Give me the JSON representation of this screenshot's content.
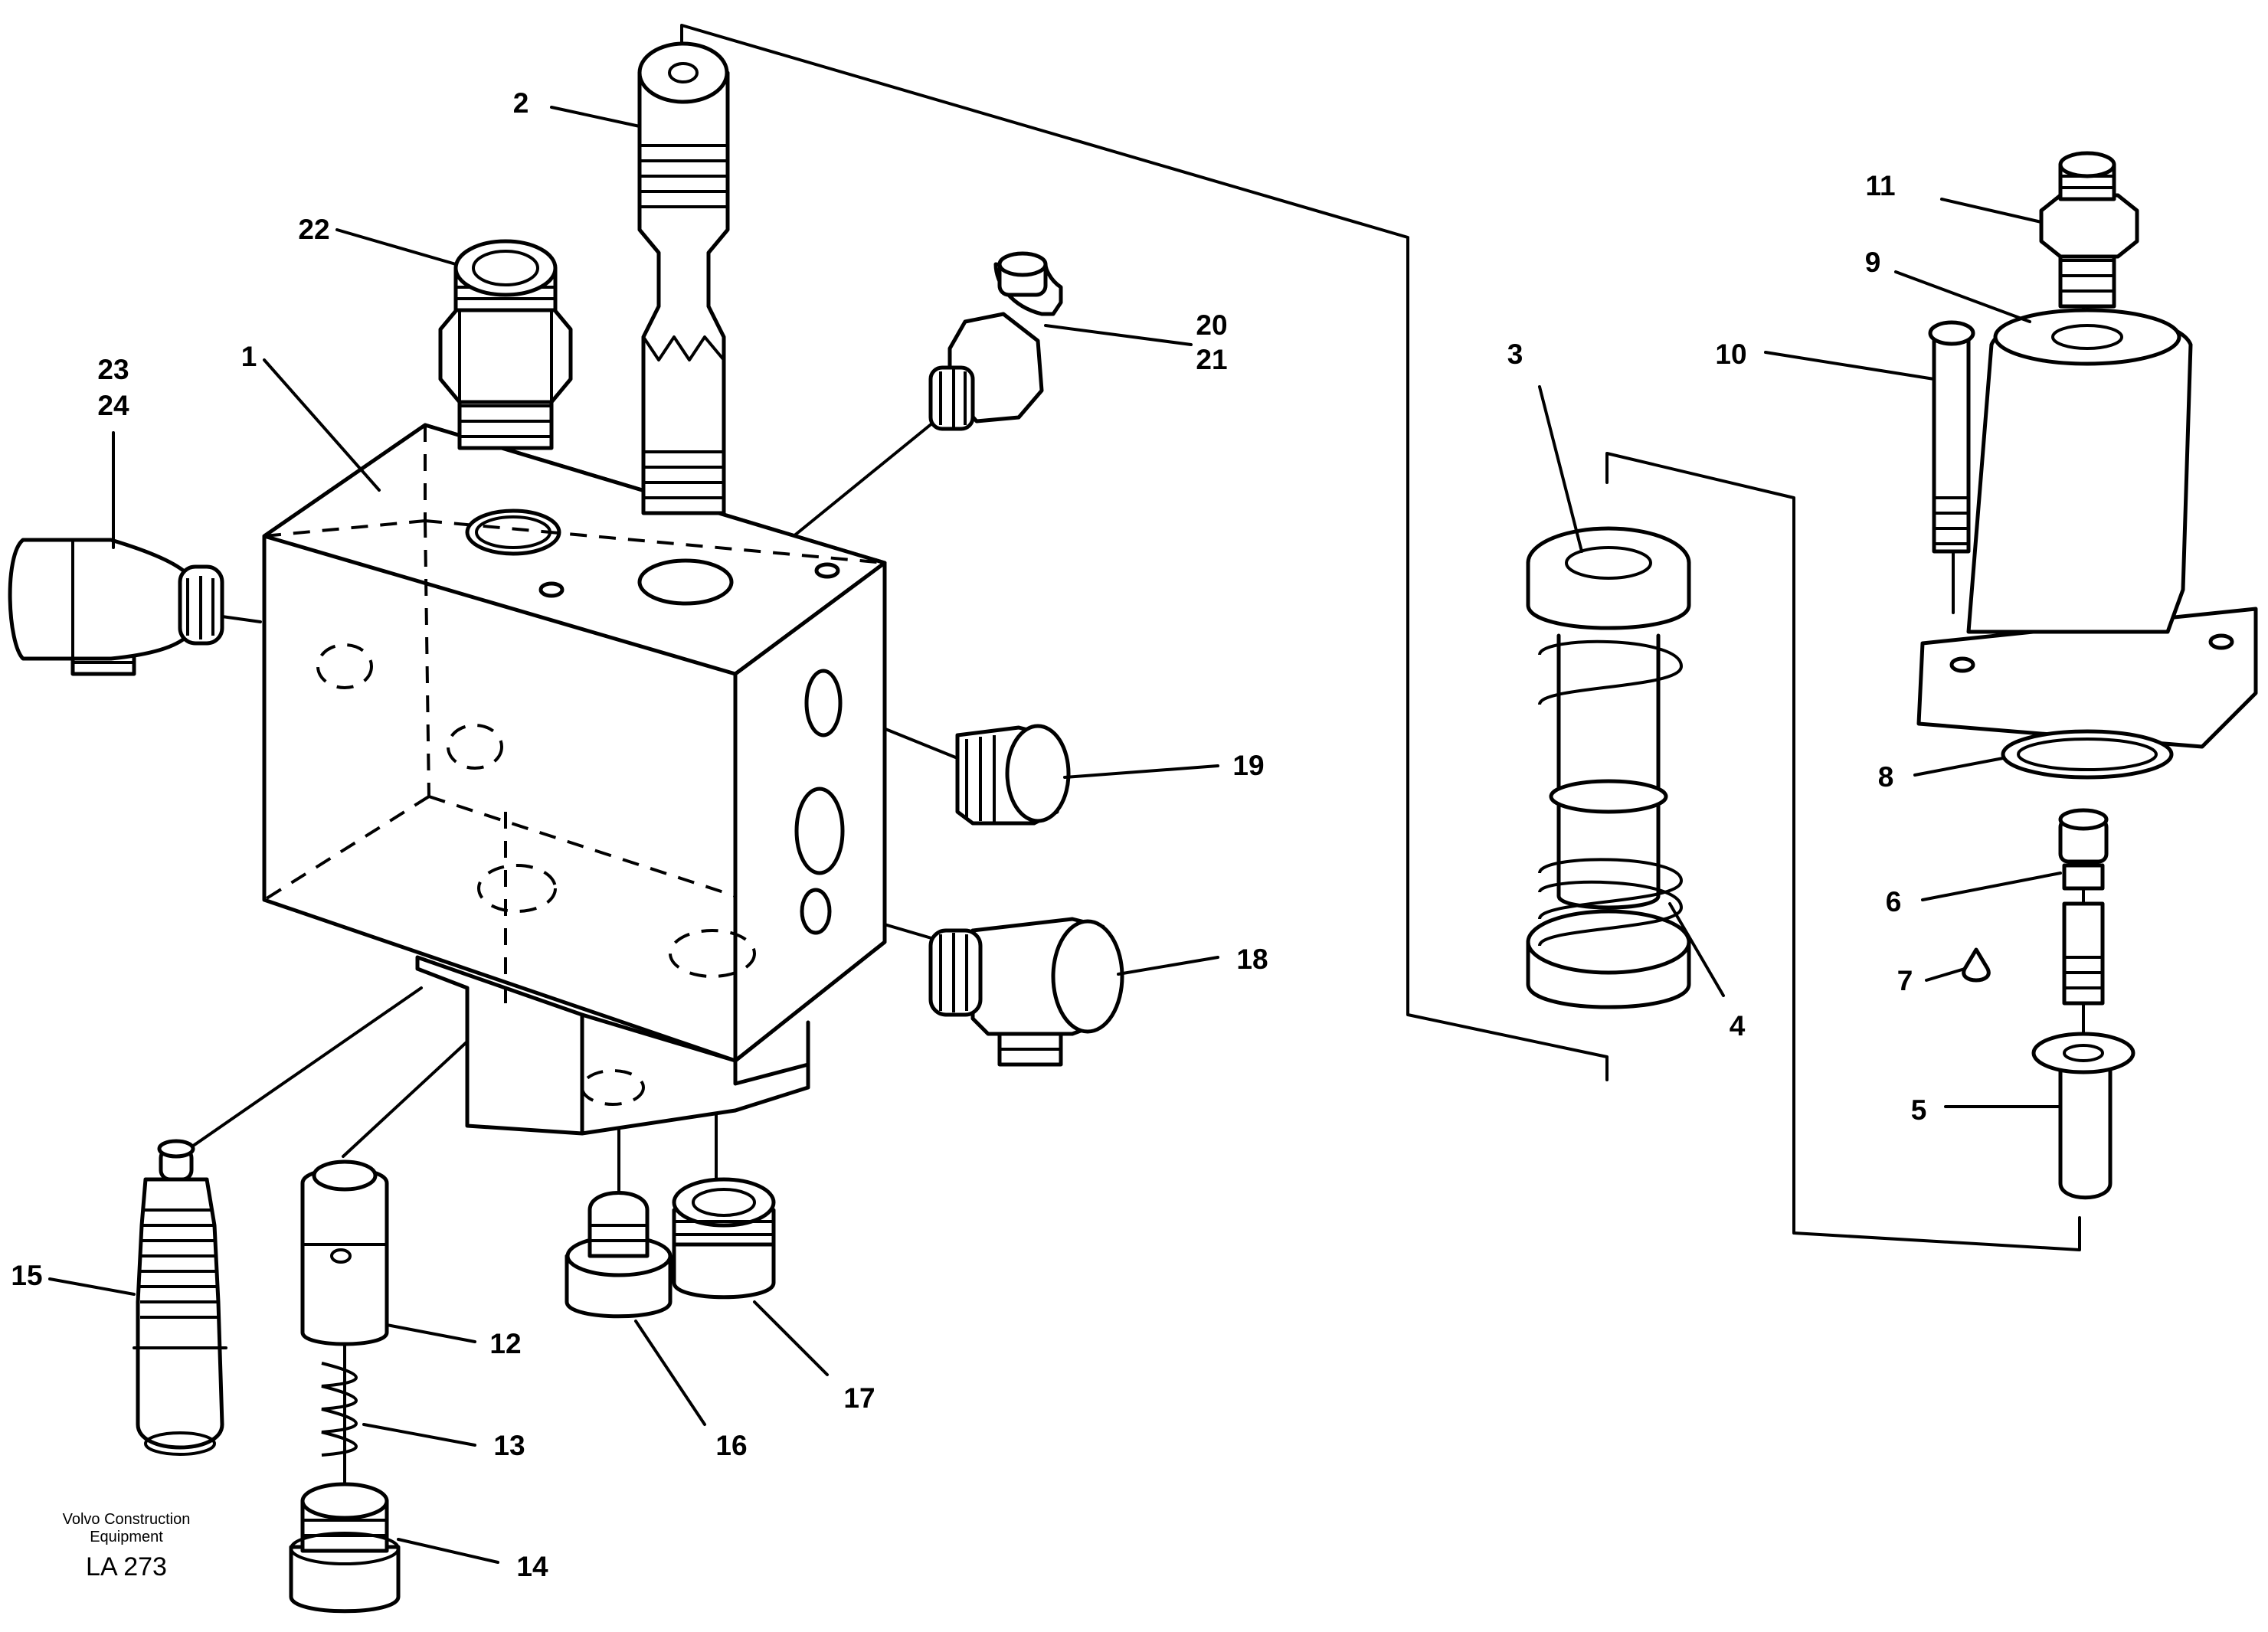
{
  "diagram": {
    "labels": {
      "l1": "1",
      "l2": "2",
      "l3": "3",
      "l4": "4",
      "l5": "5",
      "l6": "6",
      "l7": "7",
      "l8": "8",
      "l9": "9",
      "l10": "10",
      "l11": "11",
      "l12": "12",
      "l13": "13",
      "l14": "14",
      "l15": "15",
      "l16": "16",
      "l17": "17",
      "l18": "18",
      "l19": "19",
      "l20": "20",
      "l21": "21",
      "l22": "22",
      "l23": "23",
      "l24": "24"
    },
    "credit_line1": "Volvo Construction",
    "credit_line2": "Equipment",
    "reference": "LA 273"
  }
}
